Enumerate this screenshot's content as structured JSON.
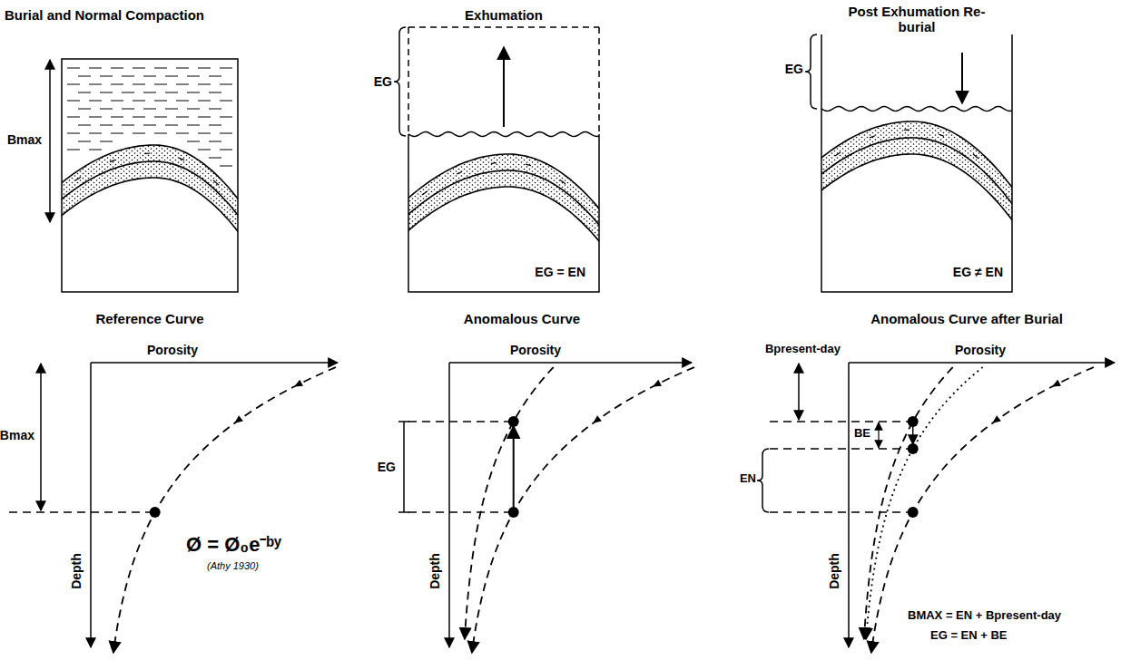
{
  "diagram": {
    "labels": [
      "Burial and Normal Compaction",
      "Exhumation",
      "Post Exhumation Re-burial",
      "Bmax",
      "EG",
      "EG = EN",
      "EG",
      "EG ≠ EN",
      "Reference Curve",
      "Anomalous Curve",
      "Anomalous Curve after Burial",
      "Porosity",
      "Porosity",
      "Porosity",
      "Depth",
      "Depth",
      "Depth",
      "Bmax",
      "Ø = Ø₀e⁻ᵇʸ",
      "(Athy 1930)",
      "EG",
      "Bpresent-day",
      "BE",
      "EN",
      "BMAX = EN + Bpresent-day",
      "EG = EN + BE"
    ]
  }
}
